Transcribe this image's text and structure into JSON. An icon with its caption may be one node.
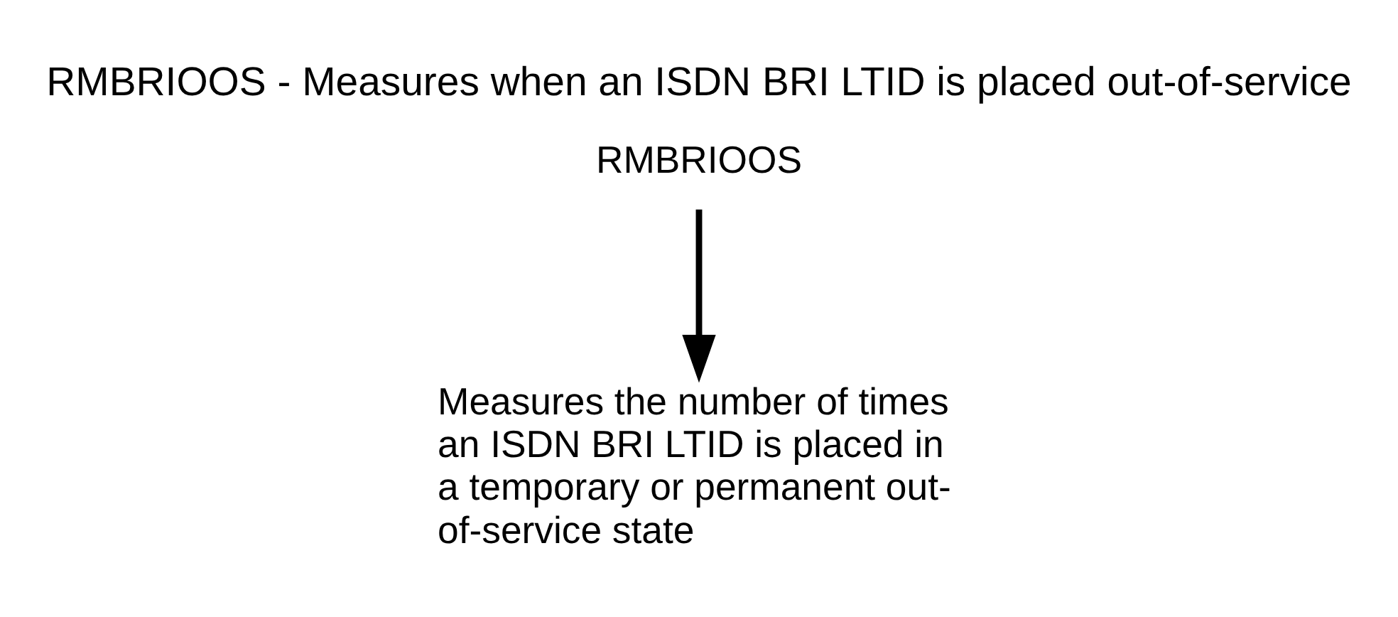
{
  "diagram": {
    "title": "RMBRIOOS - Measures when an ISDN BRI LTID is placed out-of-service",
    "nodes": [
      {
        "text": [
          "RMBRIOOS"
        ]
      },
      {
        "text": [
          "Measures the number of times an ISDN BRI LTID is placed in a temporary or permanent out-of-service state"
        ]
      }
    ],
    "edges": [
      {
        "from": 0,
        "to": 1,
        "arrow": "to"
      }
    ]
  }
}
